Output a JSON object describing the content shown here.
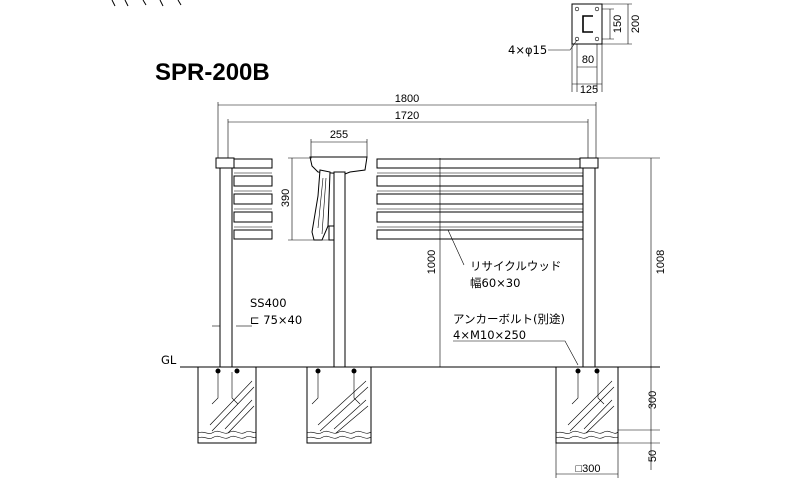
{
  "title": "SPR-200B",
  "detail": {
    "hole_label": "4×φ15",
    "dim_150": "150",
    "dim_200": "200",
    "dim_80": "80",
    "dim_125": "125"
  },
  "dims": {
    "overall_width": "1800",
    "inner_width": "1720",
    "backrest_depth": "255",
    "backrest_height": "390",
    "seat_height": "1000",
    "total_height": "1008",
    "foundation_depth": "300",
    "gravel_depth": "50",
    "foundation_width": "□300"
  },
  "labels": {
    "ground": "GL",
    "post_material": "SS400",
    "post_section": "⊏ 75×40",
    "wood_name": "リサイクルウッド",
    "wood_size": "幅60×30",
    "anchor_name": "アンカーボルト(別途)",
    "anchor_size": "4×M10×250"
  }
}
